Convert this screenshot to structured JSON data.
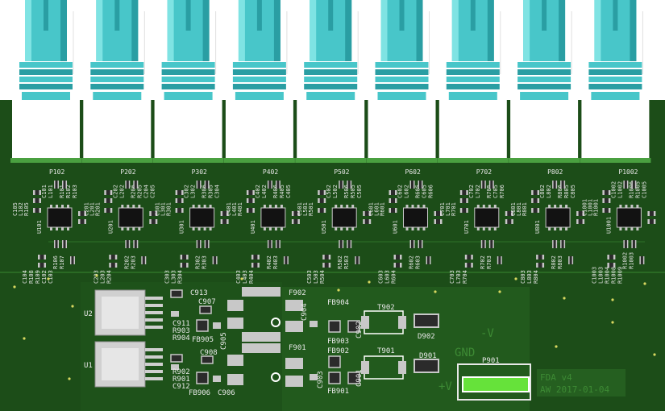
{
  "colors": {
    "board": "#1c4d18",
    "board_dark": "#163f13",
    "pour": "#225a1d",
    "silk": "#e8e8e8",
    "bnc": "#48c6c9",
    "bnc_dark": "#2a9ea3",
    "bnc_light": "#7fe3e3",
    "housing": "#ffffff",
    "ic": "#121212",
    "pad": "#c8c8c8",
    "smd": "#2b2b2b",
    "green_connector": "#66e23a",
    "via": "#d8d860"
  },
  "channels": [
    {
      "header": "P102",
      "lbl": [
        "C105",
        "L102",
        "R105"
      ],
      "ic": "U101",
      "r": [
        "R101",
        "R102",
        "R103"
      ],
      "cx": [
        "C101",
        "L101"
      ],
      "b": [
        "R106",
        "R107"
      ],
      "btm": [
        "C104",
        "R108",
        "R109",
        "C102",
        "C103"
      ]
    },
    {
      "header": "P202",
      "lbl": [
        "C201",
        "L201",
        "R201"
      ],
      "ic": "U201",
      "r": [
        "R206",
        "R205",
        "C204",
        "C205"
      ],
      "cx": [
        "C202",
        "L202"
      ],
      "b": [
        "R202",
        "R203"
      ],
      "btm": [
        "C203",
        "L203",
        "R204"
      ]
    },
    {
      "header": "P302",
      "lbl": [
        "C301",
        "L301",
        "R301"
      ],
      "ic": "U301",
      "r": [
        "R306",
        "R305",
        "C304"
      ],
      "cx": [
        "C302",
        "L302"
      ],
      "b": [
        "R302",
        "R303"
      ],
      "btm": [
        "C303",
        "L303",
        "R304"
      ]
    },
    {
      "header": "P402",
      "lbl": [
        "C401",
        "L401",
        "R401"
      ],
      "ic": "U401",
      "r": [
        "R406",
        "R405",
        "C405"
      ],
      "cx": [
        "C402",
        "L402"
      ],
      "b": [
        "R402",
        "R403"
      ],
      "btm": [
        "C403",
        "L403",
        "R404"
      ]
    },
    {
      "header": "P502",
      "lbl": [
        "C501",
        "L501",
        "R501"
      ],
      "ic": "U501",
      "r": [
        "R506",
        "R505",
        "C505"
      ],
      "cx": [
        "C502",
        "L502"
      ],
      "b": [
        "R502",
        "R503"
      ],
      "btm": [
        "C503",
        "L503",
        "R504"
      ]
    },
    {
      "header": "P602",
      "lbl": [
        "C601",
        "L601",
        "R601"
      ],
      "ic": "U601",
      "r": [
        "R605",
        "C605",
        "R606"
      ],
      "cx": [
        "C602",
        "L602"
      ],
      "b": [
        "R602",
        "R603"
      ],
      "btm": [
        "C603",
        "L603",
        "R604"
      ]
    },
    {
      "header": "P702",
      "lbl": [
        "C701",
        "L701",
        "R701"
      ],
      "ic": "U701",
      "r": [
        "R705",
        "C705",
        "R706"
      ],
      "cx": [
        "C702",
        "L702"
      ],
      "b": [
        "R702",
        "R703"
      ],
      "btm": [
        "C703",
        "L703",
        "R704"
      ]
    },
    {
      "header": "P802",
      "lbl": [
        "C801",
        "L801",
        "R801"
      ],
      "ic": "U801",
      "r": [
        "R806",
        "R805",
        "C805"
      ],
      "cx": [
        "C802",
        "L802"
      ],
      "b": [
        "R802",
        "R803"
      ],
      "btm": [
        "C803",
        "L803",
        "R804"
      ]
    },
    {
      "header": "P1002",
      "lbl": [
        "C1001",
        "L1001",
        "R1001"
      ],
      "ic": "U1001",
      "r": [
        "R1006",
        "R1005",
        "C1005"
      ],
      "cx": [
        "C1002",
        "L1002"
      ],
      "b": [
        "R1002",
        "R1003"
      ],
      "btm": [
        "C1003",
        "L1003",
        "R1004",
        "R1008",
        "R1009"
      ]
    }
  ],
  "power": {
    "regulators": [
      "U2",
      "U1"
    ],
    "upper_labels": [
      "C913",
      "C907",
      "R903",
      "R904",
      "FB905",
      "C911",
      "F902",
      "C904",
      "FB904",
      "C902",
      "FB903",
      "T902",
      "D902"
    ],
    "lower_labels": [
      "C908",
      "C905",
      "R902",
      "R901",
      "C912",
      "FB906",
      "C906",
      "F901",
      "C903",
      "FB902",
      "C901",
      "FB901",
      "T901",
      "D901"
    ],
    "rails": {
      "neg": "-V",
      "gnd": "GND",
      "pos": "+V"
    },
    "connector": "P901"
  },
  "marking": {
    "line1": "FDA v4",
    "line2": "AW 2017-01-04"
  }
}
